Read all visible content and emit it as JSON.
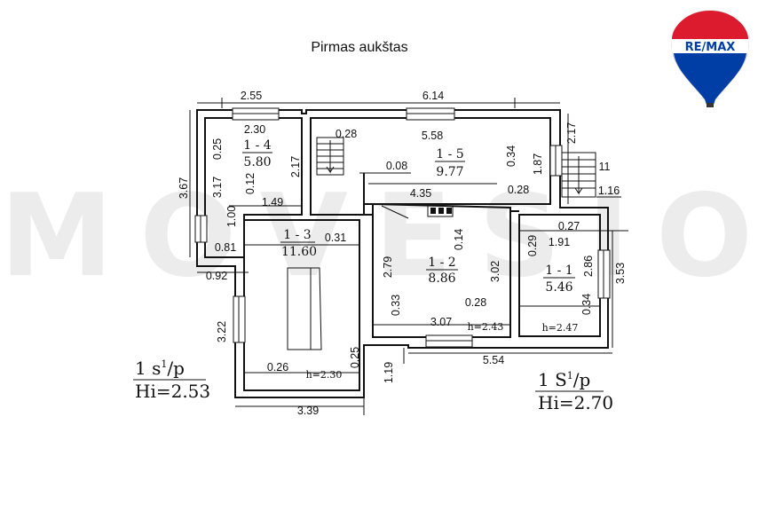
{
  "title": "Pirmas aukštas",
  "watermark": "MOVESIO",
  "logo": {
    "text": "RE/MAX",
    "colors": {
      "red": "#dc1c2e",
      "blue": "#003da5"
    }
  },
  "rooms": [
    {
      "id": "1 - 4",
      "area": "5.80"
    },
    {
      "id": "1 - 5",
      "area": "9.77"
    },
    {
      "id": "1 - 3",
      "area": "11.60"
    },
    {
      "id": "1 - 2",
      "area": "8.86"
    },
    {
      "id": "1 - 1",
      "area": "5.46"
    }
  ],
  "dimensions": {
    "d255": "2.55",
    "d614": "6.14",
    "d230": "2.30",
    "d028a": "0.28",
    "d558": "5.58",
    "d217a": "2.17",
    "d367": "3.67",
    "d025a": "0.25",
    "d317": "3.17",
    "d012": "0.12",
    "d217b": "2.17",
    "d008": "0.08",
    "d034a": "0.34",
    "d187": "1.87",
    "d435": "4.35",
    "d028b": "0.28",
    "d116": "1.16",
    "d100": "1.00",
    "d149": "1.49",
    "d027": "0.27",
    "d031": "0.31",
    "d014": "0.14",
    "d029": "0.29",
    "d191": "1.91",
    "d081": "0.81",
    "d279": "2.79",
    "d302": "3.02",
    "d286": "2.86",
    "d353": "3.53",
    "d092": "0.92",
    "d033": "0.33",
    "d028c": "0.28",
    "d034b": "0.34",
    "d322": "3.22",
    "d307": "3.07",
    "d025b": "0.25",
    "d554": "5.54",
    "d026": "0.26",
    "d119": "1.19",
    "d339": "3.39"
  },
  "heights": {
    "h230": "h=2.30",
    "h243": "h=2.43",
    "h247": "h=2.47"
  },
  "stair_label": "11",
  "notes": {
    "left_line1": "1 s",
    "left_sup": "1",
    "left_tail": "/p",
    "left_line2": "Hi=2.53",
    "right_line1": "1 S",
    "right_sup": "1",
    "right_tail": "/p",
    "right_line2": "Hi=2.70"
  }
}
